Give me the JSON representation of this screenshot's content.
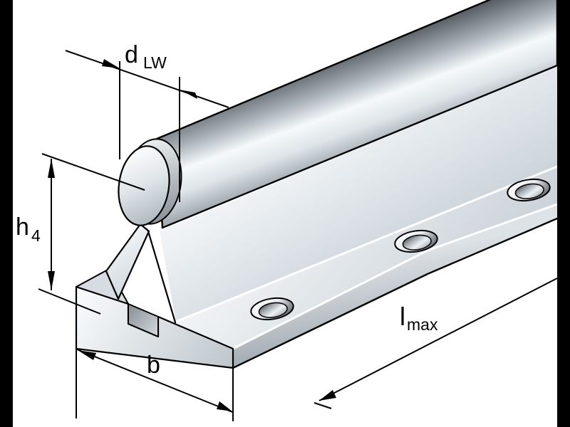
{
  "drawing": {
    "background_color": "#ffffff",
    "outline_color": "#000000",
    "frame_bar_color": "#000000",
    "metal_highlight_color": "#f5f9fb",
    "metal_mid_color": "#aeb6bd",
    "metal_dark_color": "#383d42",
    "mounting_hole_count": 3,
    "labels": {
      "shaft_diameter": {
        "main": "d",
        "sub": "LW"
      },
      "center_height": {
        "main": "h",
        "sub": "4"
      },
      "base_width": {
        "main": "b",
        "sub": ""
      },
      "max_length": {
        "main": "l",
        "sub": "max"
      }
    }
  }
}
